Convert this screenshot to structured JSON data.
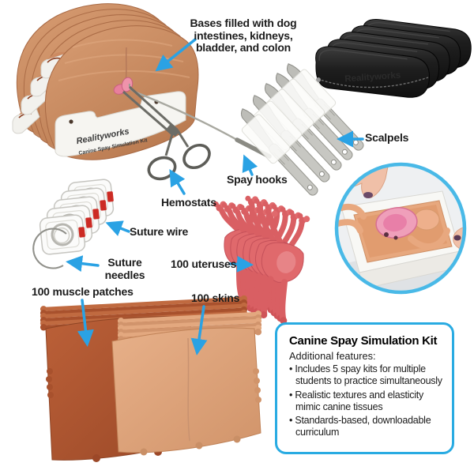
{
  "kit": {
    "brand": "Realityworks",
    "base_label": "Canine Spay Simulation Kit"
  },
  "callouts": {
    "bases": "Bases filled with dog intestines, kidneys, bladder, and colon",
    "scalpels": "Scalpels",
    "spay_hooks": "Spay hooks",
    "hemostats": "Hemostats",
    "suture_wire": "Suture wire",
    "suture_needles": "Suture needles",
    "uteruses": "100 uteruses",
    "muscle_patches": "100 muscle patches",
    "skins": "100 skins"
  },
  "info_box": {
    "title": "Canine Spay Simulation Kit",
    "subtitle": "Additional features:",
    "bullets": [
      "Includes 5 spay kits for multiple students to practice simultaneously",
      "Realistic textures and elasticity mimic canine tissues",
      "Standards-based, downloadable curriculum"
    ]
  },
  "colors": {
    "arrow": "#2aa2e4",
    "info_border": "#29abe2",
    "pad": "#cd8a61",
    "muscle": "#b45a36",
    "skin_sheet": "#e2a982",
    "uterus": "#e0696c",
    "case_black": "#1e1e1e",
    "suture_tab": "#cc2b24",
    "inset_ring": "#49b9e7"
  }
}
